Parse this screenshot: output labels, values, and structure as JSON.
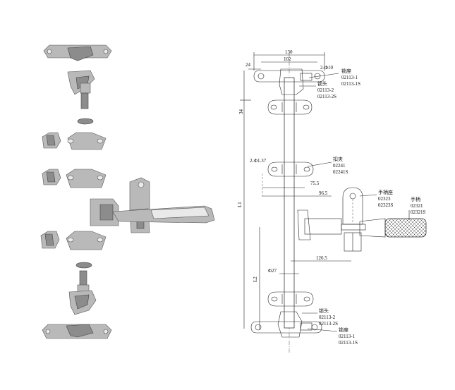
{
  "dimensions": {
    "w130": "130",
    "w102": "102",
    "d24": "24",
    "hole10": "2-Φ10",
    "d34": "34",
    "hole137": "2-Φ1.37",
    "d75": "75.5",
    "d96": "96.5",
    "L1": "L1",
    "d126": "126.5",
    "phi27": "Φ27",
    "L2": "L2"
  },
  "labels": {
    "top_lock_seat": {
      "name": "锁座",
      "code1": "02113-1",
      "code2": "02113-1S"
    },
    "top_lock_head": {
      "name": "锁头",
      "code1": "02113-2",
      "code2": "02113-2S"
    },
    "clamp": {
      "name": "扣夹",
      "code1": "02241",
      "code2": "02241S"
    },
    "handle_seat": {
      "name": "手柄座",
      "code1": "02323",
      "code2": "02323S"
    },
    "handle": {
      "name": "手柄",
      "code1": "02321",
      "code2": "02321S"
    },
    "bottom_lock_head": {
      "name": "锁头",
      "code1": "02113-2",
      "code2": "02113-2S"
    },
    "bottom_lock_seat": {
      "name": "锁座",
      "code1": "02113-1",
      "code2": "02113-1S"
    }
  }
}
